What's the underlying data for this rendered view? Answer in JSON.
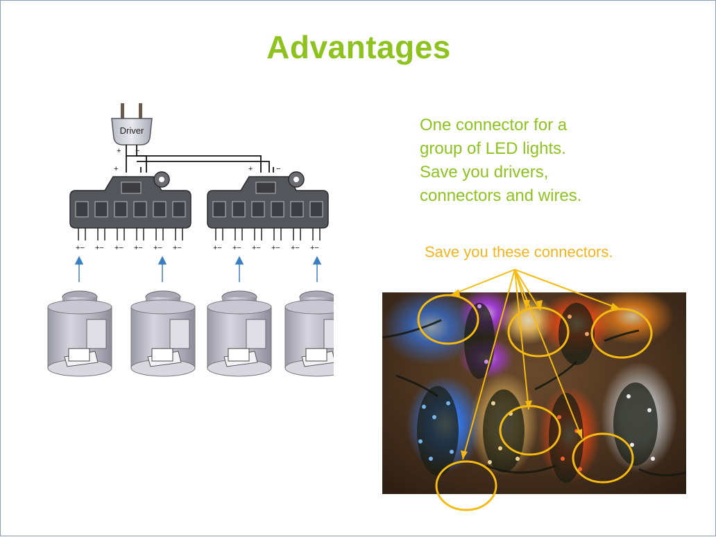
{
  "slide": {
    "title": "Advantages",
    "body_lines": [
      "One connector for a",
      "group of LED lights.",
      "Save you drivers,",
      "connectors and wires."
    ],
    "caption": "Save you these connectors."
  },
  "diagram": {
    "driver_label": "Driver",
    "plus": "+",
    "minus": "−",
    "pair_label": "+−"
  },
  "colors": {
    "title": "#8ec21f",
    "body": "#8ec21f",
    "caption": "#f2b41e",
    "arrow_blue": "#3b7fc0",
    "highlight": "#f5bb12"
  }
}
